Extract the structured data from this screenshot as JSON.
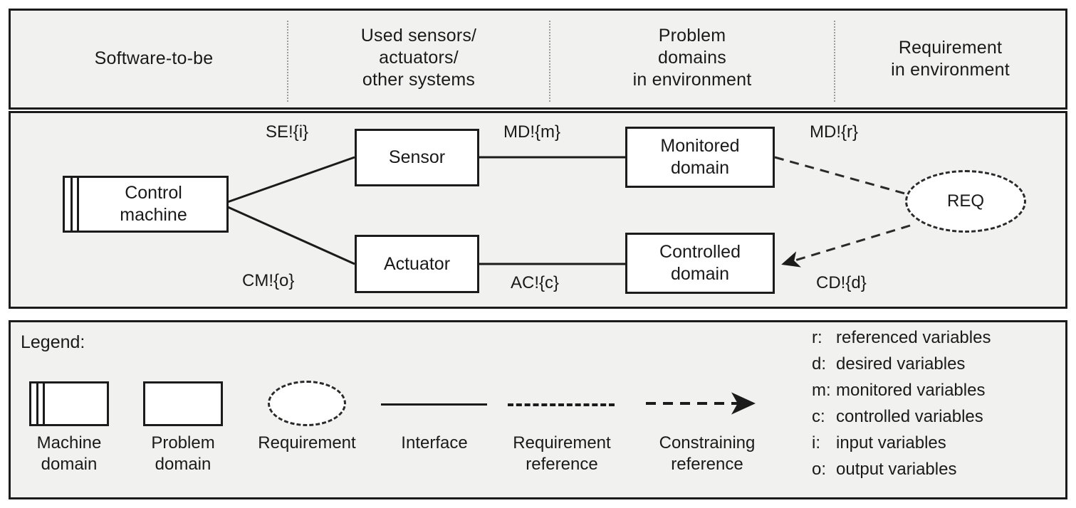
{
  "header": {
    "columns": [
      {
        "id": "software-to-be",
        "label": "Software-to-be"
      },
      {
        "id": "used-sensors",
        "label": "Used sensors/\nactuators/\nother systems"
      },
      {
        "id": "problem-domains",
        "label": "Problem\ndomains\nin environment"
      },
      {
        "id": "requirement-in-environment",
        "label": "Requirement\nin environment"
      }
    ]
  },
  "diagram": {
    "nodes": {
      "control_machine": "Control\nmachine",
      "sensor": "Sensor",
      "actuator": "Actuator",
      "monitored_domain": "Monitored\ndomain",
      "controlled_domain": "Controlled\ndomain",
      "requirement": "REQ"
    },
    "edge_labels": {
      "machine_to_sensor": "SE!{i}",
      "machine_to_actuator": "CM!{o}",
      "sensor_to_monitored": "MD!{m}",
      "actuator_to_controlled": "AC!{c}",
      "monitored_to_req": "MD!{r}",
      "req_to_controlled": "CD!{d}"
    }
  },
  "legend": {
    "title": "Legend:",
    "items": [
      {
        "id": "machine-domain",
        "symbol": "machine-box",
        "caption": "Machine\ndomain"
      },
      {
        "id": "problem-domain",
        "symbol": "plain-box",
        "caption": "Problem\ndomain"
      },
      {
        "id": "requirement",
        "symbol": "dashed-ellipse",
        "caption": "Requirement"
      },
      {
        "id": "interface",
        "symbol": "solid-line",
        "caption": "Interface"
      },
      {
        "id": "requirement-reference",
        "symbol": "dashed-line",
        "caption": "Requirement\nreference"
      },
      {
        "id": "constraining-reference",
        "symbol": "dashed-arrow",
        "caption": "Constraining\nreference"
      }
    ],
    "variables": [
      {
        "key": "r:",
        "desc": "referenced variables"
      },
      {
        "key": "d:",
        "desc": "desired variables"
      },
      {
        "key": "m:",
        "desc": "monitored variables"
      },
      {
        "key": "c:",
        "desc": "controlled variables"
      },
      {
        "key": "i:",
        "desc": "input variables"
      },
      {
        "key": "o:",
        "desc": "output variables"
      }
    ]
  },
  "colors": {
    "panel_bg": "#f1f1f0",
    "node_bg": "#ffffff",
    "line": "#1b1b1b",
    "separator": "#9a9a9a"
  }
}
